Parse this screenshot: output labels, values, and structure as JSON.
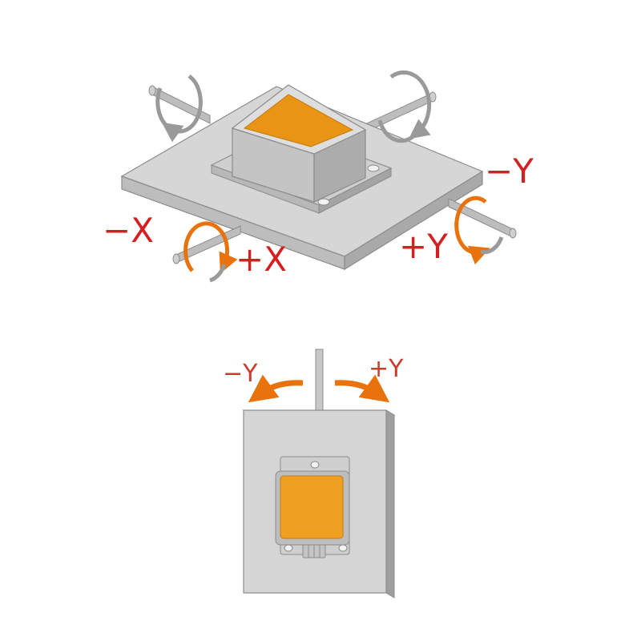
{
  "top_view": {
    "labels": {
      "neg_x": "−X",
      "pos_x": "+X",
      "neg_y": "−Y",
      "pos_y": "+Y"
    }
  },
  "side_view": {
    "labels": {
      "neg_y": "−Y",
      "pos_y": "+Y"
    }
  },
  "colors": {
    "accent_orange": "#e8720c",
    "sensor_face": "#f0a020",
    "label_red": "#d42020",
    "label_red_small": "#cc3b2a",
    "plate_top": "#d6d6d6",
    "plate_side": "#a9a9a9",
    "arrow_gray": "#9a9a9a"
  }
}
